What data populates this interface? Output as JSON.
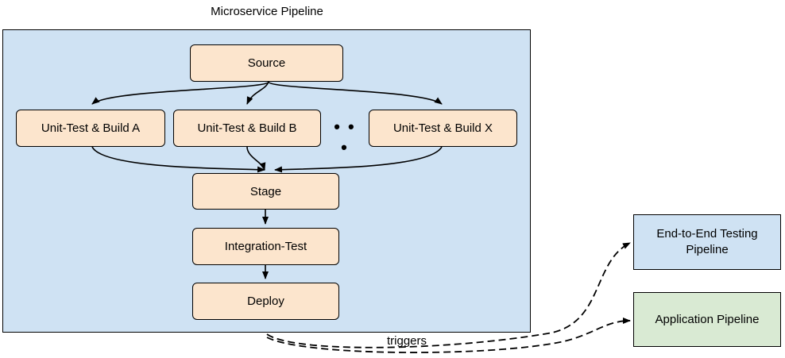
{
  "diagram": {
    "title": "Microservice Pipeline",
    "nodes": {
      "source": "Source",
      "build_a": "Unit-Test & Build A",
      "build_b": "Unit-Test & Build B",
      "build_x": "Unit-Test & Build X",
      "stage": "Stage",
      "integration": "Integration-Test",
      "deploy": "Deploy"
    },
    "ellipsis": "• • •",
    "external": {
      "e2e": "End-to-End Testing Pipeline",
      "application": "Application Pipeline"
    },
    "edge_label": "triggers",
    "colors": {
      "container": "#cfe2f3",
      "node": "#fce5cd",
      "e2e": "#cfe2f3",
      "application": "#d9ead3"
    }
  }
}
